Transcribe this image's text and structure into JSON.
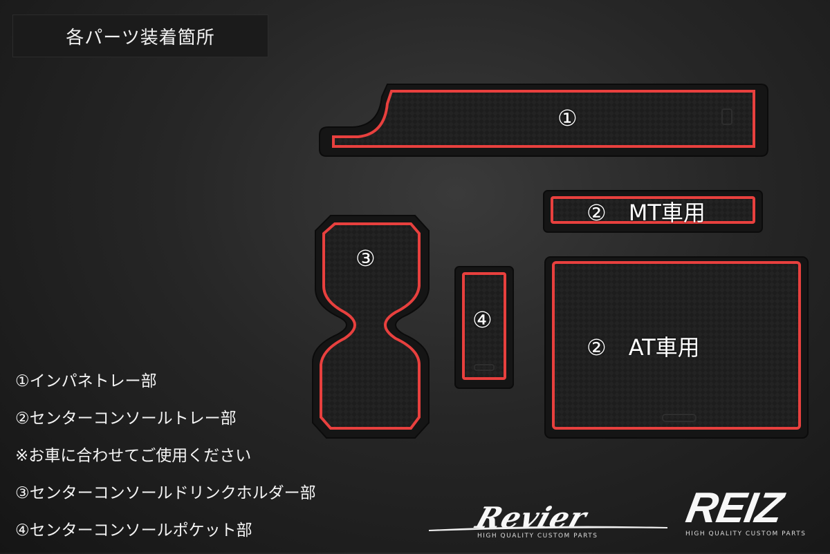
{
  "title": "各パーツ装着箇所",
  "parts": {
    "p1": "①",
    "p2_mt": "②　MT車用",
    "p2_at": "②　AT車用",
    "p3": "③",
    "p4": "④"
  },
  "legend": [
    "①インパネトレー部",
    "②センターコンソールトレー部",
    "※お車に合わせてご使用ください",
    "③センターコンソールドリンクホルダー部",
    "④センターコンソールポケット部"
  ],
  "brands": {
    "revier": {
      "name": "Revier",
      "tagline": "HIGH QUALITY CUSTOM PARTS"
    },
    "reiz": {
      "name": "REIZ",
      "tagline": "HIGH QUALITY CUSTOM PARTS"
    }
  },
  "colors": {
    "mat": "#1c1c1c",
    "accent_red": "#e8403e",
    "background": "#2a2a2a"
  }
}
